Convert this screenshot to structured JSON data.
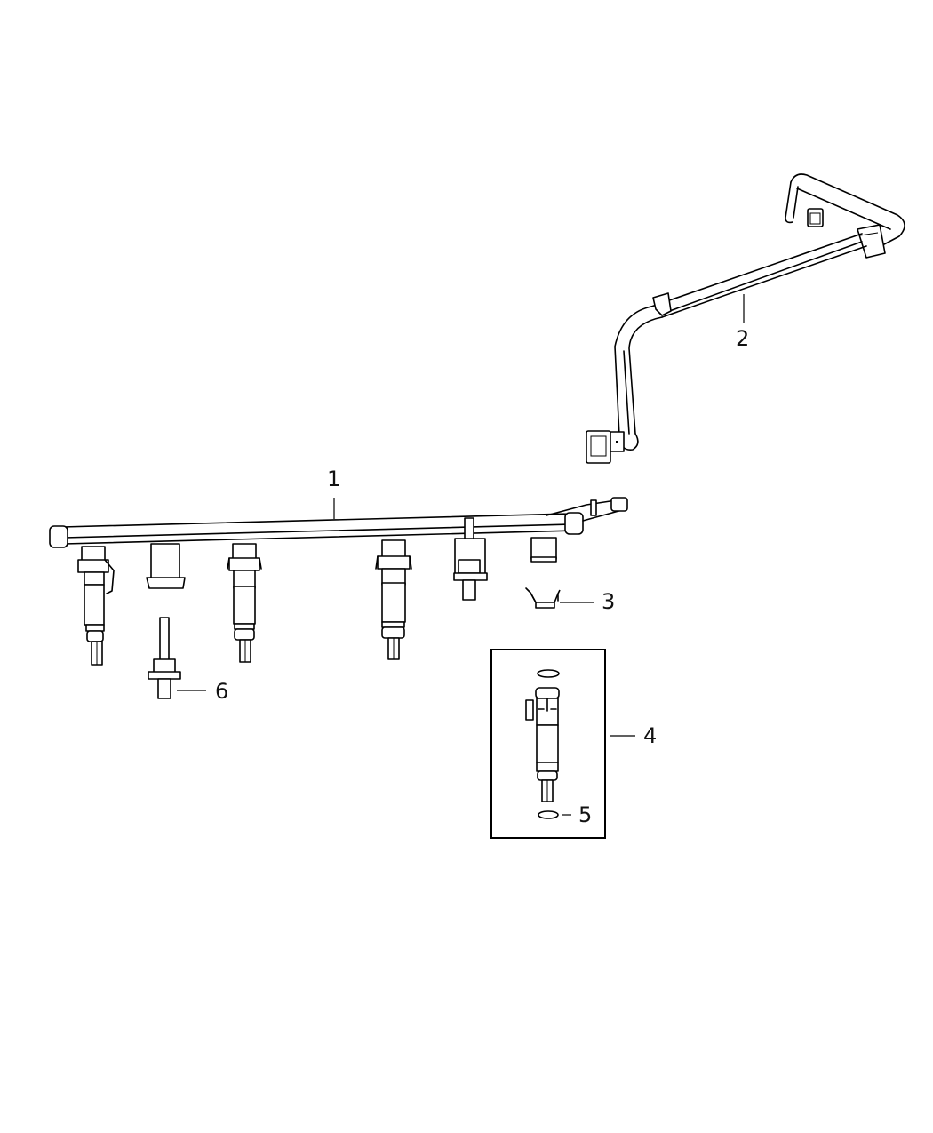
{
  "diagram": {
    "type": "exploded parts diagram",
    "subject": "fuel rail and fuel injector assembly",
    "callouts": [
      {
        "number": "1",
        "part": "fuel-rail"
      },
      {
        "number": "2",
        "part": "fuel-line-crossover-tube"
      },
      {
        "number": "3",
        "part": "injector-retaining-clip"
      },
      {
        "number": "4",
        "part": "fuel-injector-kit"
      },
      {
        "number": "5",
        "part": "o-ring"
      },
      {
        "number": "6",
        "part": "stud-bolt"
      }
    ]
  }
}
